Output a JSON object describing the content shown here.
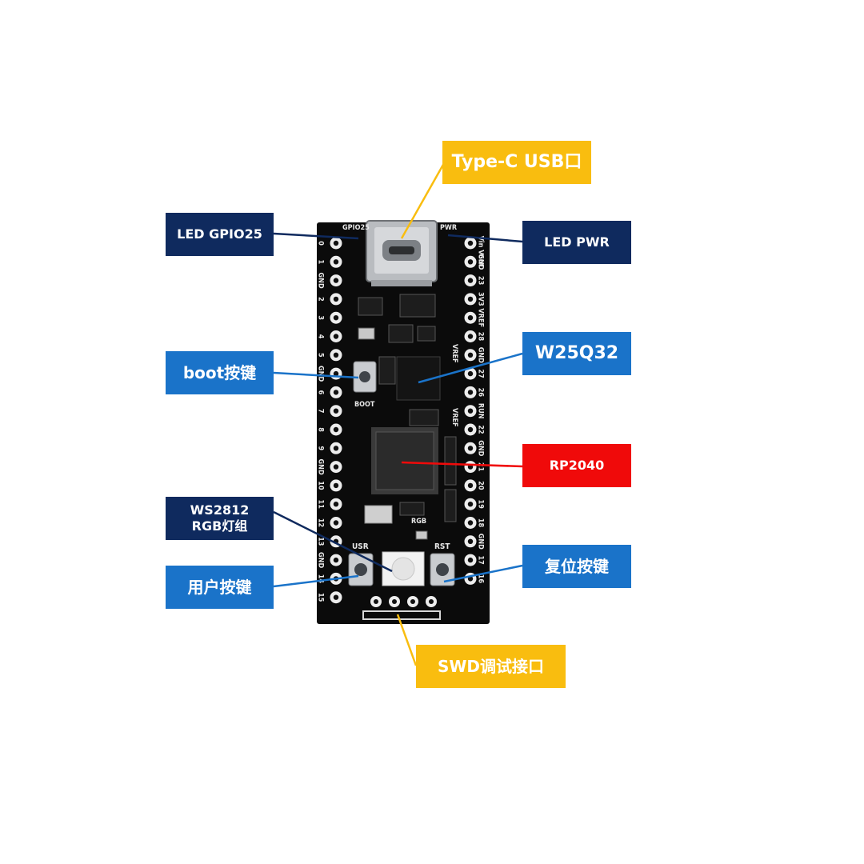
{
  "labels": {
    "type_c": "Type-C USB口",
    "led_gpio25": "LED GPIO25",
    "led_pwr": "LED PWR",
    "boot_key": "boot按键",
    "w25q32": "W25Q32",
    "rp2040": "RP2040",
    "ws2812_line1": "WS2812",
    "ws2812_line2": "RGB灯组",
    "user_key": "用户按键",
    "reset_key": "复位按键",
    "swd": "SWD调试接口"
  },
  "silkscreen": {
    "gpio25": "GPIO25",
    "pwr": "PWR",
    "boot": "BOOT",
    "usr": "USR",
    "rst": "RST",
    "rgb": "RGB",
    "vref": "VREF",
    "left_pins": [
      "0",
      "1",
      "GND",
      "2",
      "3",
      "4",
      "5",
      "GND",
      "6",
      "7",
      "8",
      "9",
      "GND",
      "10",
      "11",
      "12",
      "13",
      "GND",
      "14",
      "15"
    ],
    "right_pins": [
      "Vin Vout",
      "GND",
      "23",
      "3V3",
      "VREF",
      "28",
      "GND",
      "27",
      "26",
      "RUN",
      "22",
      "GND",
      "21",
      "20",
      "19",
      "18",
      "GND",
      "17",
      "16"
    ]
  },
  "colors": {
    "navy": "#0f2a5e",
    "blue": "#1a73c9",
    "red": "#f00a0a",
    "yellow": "#f9bd0f",
    "board": "#0b0b0b"
  }
}
